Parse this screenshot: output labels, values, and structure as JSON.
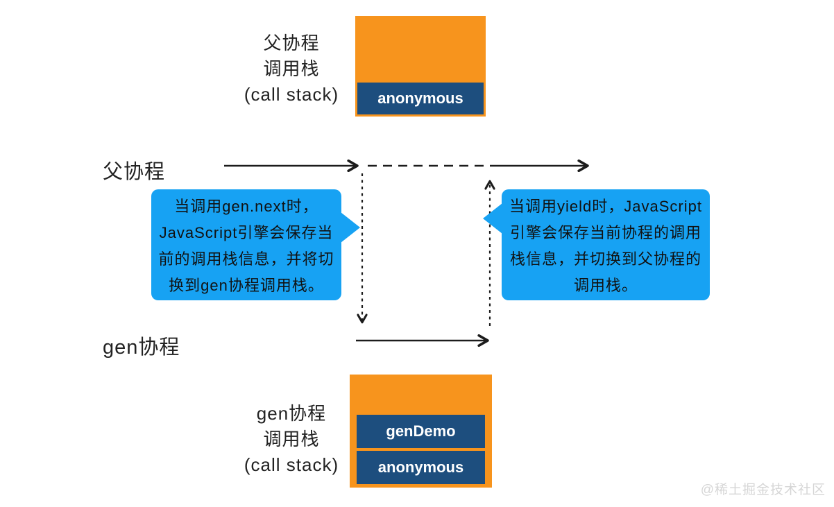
{
  "colors": {
    "stack_box": "#f7941d",
    "stack_frame": "#1d4e7e",
    "bubble": "#17a2f3",
    "line": "#1c1c1c",
    "watermark_color": "#d6d6d6"
  },
  "parent_stack": {
    "labels": [
      "父协程",
      "调用栈",
      "(call stack)"
    ],
    "frames": [
      "anonymous"
    ]
  },
  "gen_stack": {
    "labels": [
      "gen协程",
      "调用栈",
      "(call stack)"
    ],
    "frames": [
      "genDemo",
      "anonymous"
    ]
  },
  "timelines": {
    "parent_label": "父协程",
    "gen_label": "gen协程"
  },
  "callouts": {
    "left": {
      "lines": [
        "当调用gen.next时，",
        "JavaScript引擎会保存当",
        "前的调用栈信息，并将切",
        "换到gen协程调用栈。"
      ]
    },
    "right": {
      "lines": [
        "当调用yield时，JavaScript",
        "引擎会保存当前协程的调用",
        "栈信息，并切换到父协程的",
        "调用栈。"
      ]
    }
  },
  "watermark": "@稀土掘金技术社区"
}
